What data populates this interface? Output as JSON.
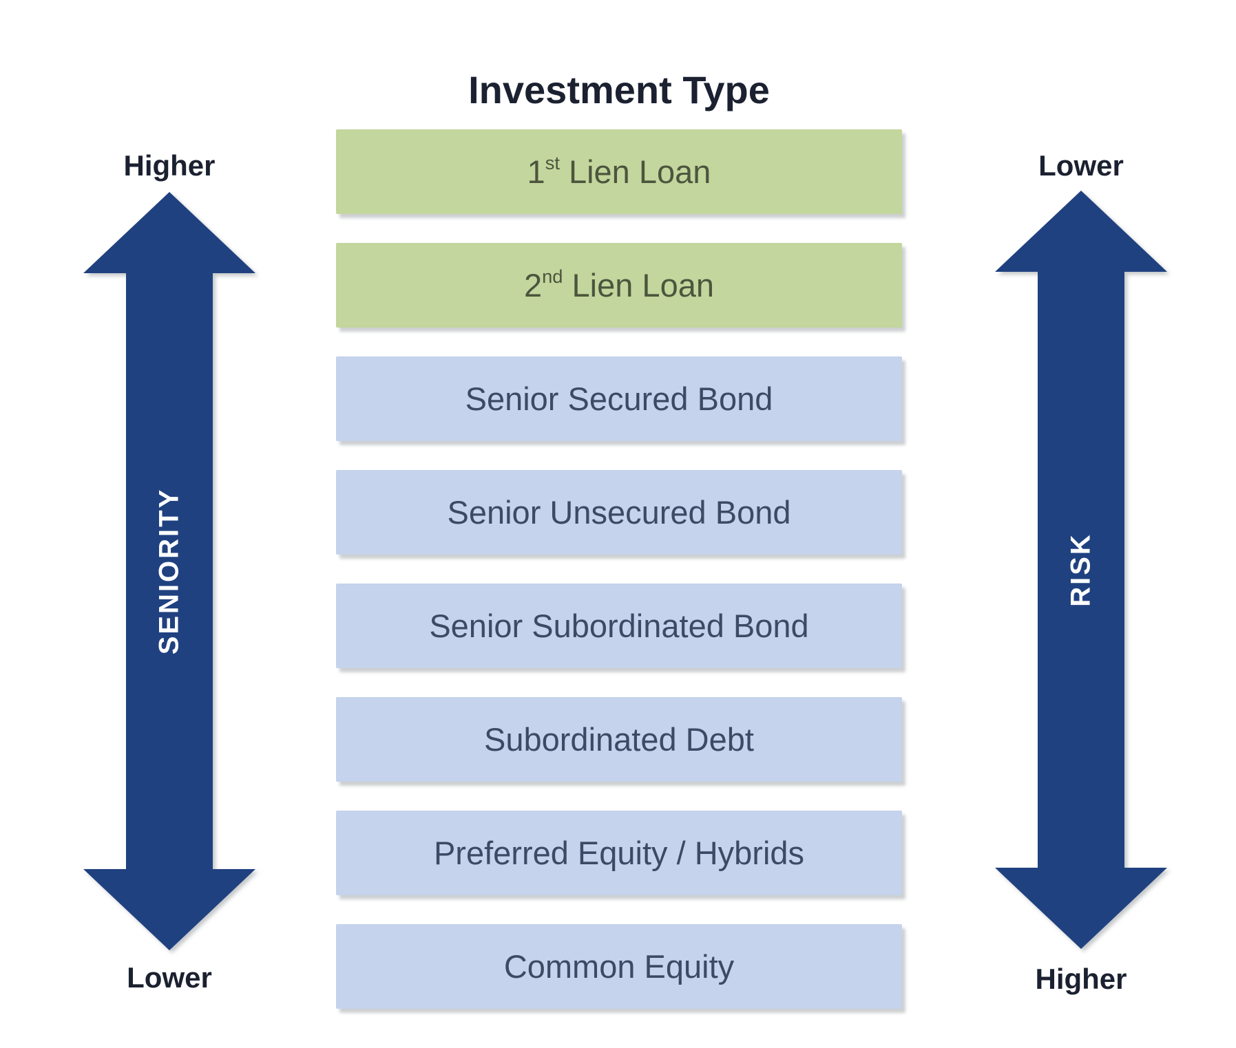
{
  "title": "Investment Type",
  "left_axis": {
    "label": "SENIORITY",
    "top_label": "Higher",
    "bottom_label": "Lower"
  },
  "right_axis": {
    "label": "RISK",
    "top_label": "Lower",
    "bottom_label": "Higher"
  },
  "investment_types": [
    {
      "pre": "1",
      "sup": "st",
      "rest": " Lien Loan",
      "variant": "green",
      "bg": "#C3D69D",
      "fg": "#4C553D"
    },
    {
      "pre": "2",
      "sup": "nd",
      "rest": " Lien Loan",
      "variant": "green",
      "bg": "#C3D69D",
      "fg": "#4C553D"
    },
    {
      "pre": "",
      "sup": "",
      "rest": "Senior Secured Bond",
      "variant": "blue",
      "bg": "#C5D3EC",
      "fg": "#3C4A66"
    },
    {
      "pre": "",
      "sup": "",
      "rest": "Senior Unsecured Bond",
      "variant": "blue",
      "bg": "#C5D3EC",
      "fg": "#3C4A66"
    },
    {
      "pre": "",
      "sup": "",
      "rest": "Senior Subordinated Bond",
      "variant": "blue",
      "bg": "#C5D3EC",
      "fg": "#3C4A66"
    },
    {
      "pre": "",
      "sup": "",
      "rest": "Subordinated Debt",
      "variant": "blue",
      "bg": "#C5D3EC",
      "fg": "#3C4A66"
    },
    {
      "pre": "",
      "sup": "",
      "rest": "Preferred Equity / Hybrids",
      "variant": "blue",
      "bg": "#C5D3EC",
      "fg": "#3C4A66"
    },
    {
      "pre": "",
      "sup": "",
      "rest": "Common Equity",
      "variant": "blue",
      "bg": "#C5D3EC",
      "fg": "#3C4A66"
    }
  ],
  "colors": {
    "arrow": "#204180",
    "title_text": "#1B2130",
    "end_label_text": "#1B2130",
    "axis_word_text": "#FFFFFF",
    "green_box_bg": "#C3D69D",
    "blue_box_bg": "#C5D3EC"
  }
}
